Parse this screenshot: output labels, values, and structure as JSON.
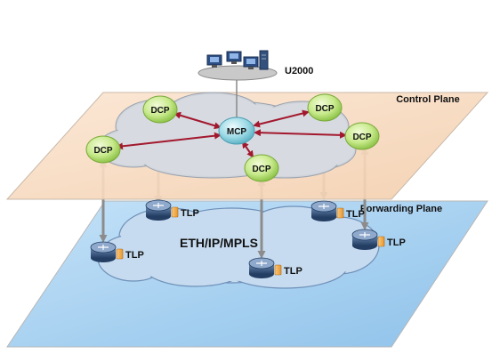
{
  "management": {
    "label": "U2000",
    "icon": "network-management-icon"
  },
  "control_plane": {
    "label": "Control Plane",
    "mcp": {
      "label": "MCP"
    },
    "dcps": [
      {
        "label": "DCP"
      },
      {
        "label": "DCP"
      },
      {
        "label": "DCP"
      },
      {
        "label": "DCP"
      },
      {
        "label": "DCP"
      }
    ]
  },
  "forwarding_plane": {
    "label": "Forwarding Plane",
    "cloud_label": "ETH/IP/MPLS",
    "nodes": [
      {
        "label": "TLP",
        "icon": "router-icon"
      },
      {
        "label": "TLP",
        "icon": "router-icon"
      },
      {
        "label": "TLP",
        "icon": "router-icon"
      },
      {
        "label": "TLP",
        "icon": "router-icon"
      },
      {
        "label": "TLP",
        "icon": "router-icon"
      }
    ]
  },
  "colors": {
    "control_plane_fill": "#f8d9bd",
    "forwarding_plane_fill": "#a9d2f1",
    "dcp_fill": "#c8ea8c",
    "mcp_fill": "#9fdbe6",
    "control_link": "#a3182e",
    "vertical_link": "#8c8c8c"
  }
}
